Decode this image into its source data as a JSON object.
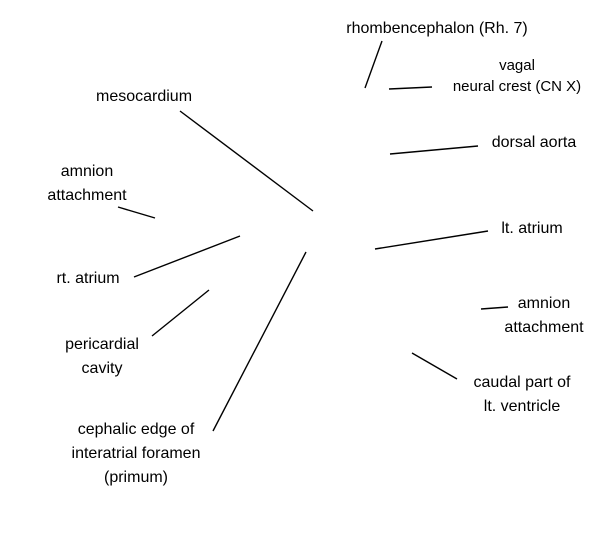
{
  "labels": {
    "rhombencephalon": "rhombencephalon (Rh. 7)",
    "vagal_line1": "vagal",
    "vagal_line2": "neural crest (CN X)",
    "mesocardium": "mesocardium",
    "dorsal_aorta": "dorsal aorta",
    "amnion_left_line1": "amnion",
    "amnion_left_line2": "attachment",
    "lt_atrium": "lt. atrium",
    "rt_atrium": "rt. atrium",
    "amnion_right_line1": "amnion",
    "amnion_right_line2": "attachment",
    "pericardial_line1": "pericardial",
    "pericardial_line2": "cavity",
    "caudal_line1": "caudal part of",
    "caudal_line2": "lt. ventricle",
    "cephalic_line1": "cephalic edge of",
    "cephalic_line2": "interatrial foramen",
    "cephalic_line3": "(primum)"
  },
  "colors": {
    "text": "#000000",
    "lines": "#000000",
    "background": "#ffffff"
  }
}
